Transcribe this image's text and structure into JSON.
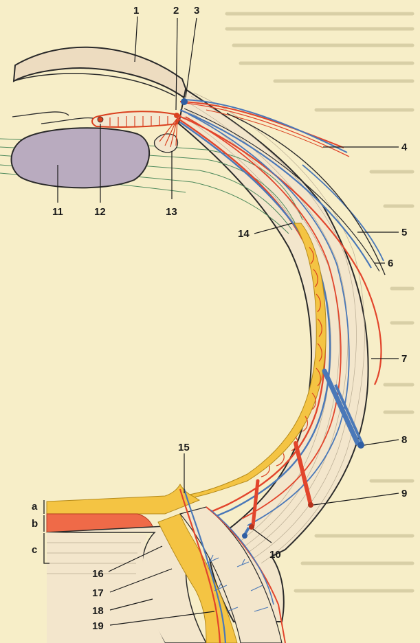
{
  "diagram": {
    "labels": {
      "n1": "1",
      "n2": "2",
      "n3": "3",
      "n4": "4",
      "n5": "5",
      "n6": "6",
      "n7": "7",
      "n8": "8",
      "n9": "9",
      "n10": "10",
      "n11": "11",
      "n12": "12",
      "n13": "13",
      "n14": "14",
      "n15": "15",
      "n16": "16",
      "n17": "17",
      "n18": "18",
      "n19": "19",
      "a": "a",
      "b": "b",
      "c": "c"
    },
    "colors": {
      "background": "#f7eec8",
      "artery": "#e2452c",
      "vein": "#4a78b8",
      "sclera": "#f3e6cc",
      "retina": "#f4c443",
      "choroid": "#ef6a48",
      "lens": "#b9abbf",
      "cornea": "#eddcc0",
      "zonule": "#4e8a5c"
    }
  }
}
